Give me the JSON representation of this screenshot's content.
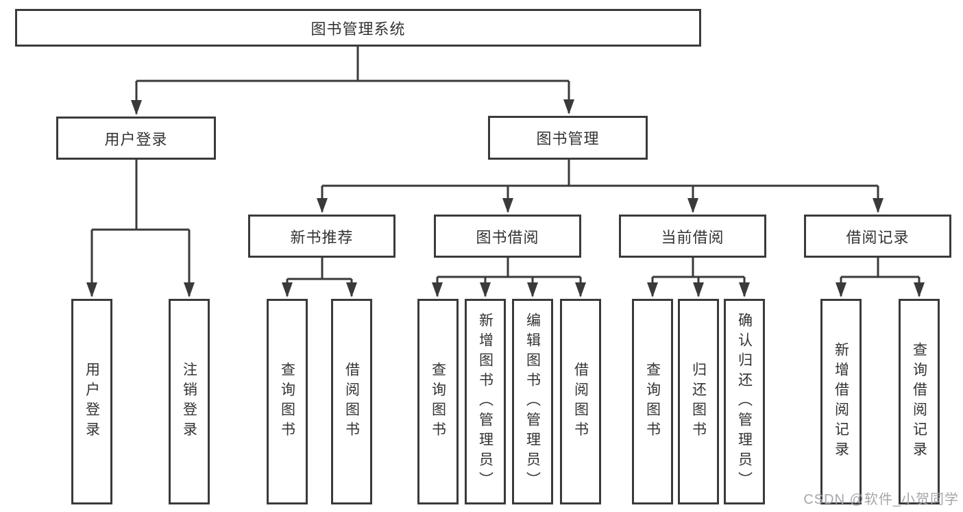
{
  "diagram": {
    "title": "图书管理系统",
    "root": {
      "label": "图书管理系统"
    },
    "level2": [
      {
        "id": "user-login",
        "label": "用户登录"
      },
      {
        "id": "book-management",
        "label": "图书管理"
      }
    ],
    "level3": [
      {
        "id": "new-book-recommend",
        "label": "新书推荐"
      },
      {
        "id": "book-borrowing",
        "label": "图书借阅"
      },
      {
        "id": "current-borrowing",
        "label": "当前借阅"
      },
      {
        "id": "borrow-records",
        "label": "借阅记录"
      }
    ],
    "leaves": {
      "user_login": [
        "用户登录",
        "注销登录"
      ],
      "new_books": [
        "查询图书",
        "借阅图书"
      ],
      "borrowing": [
        "查询图书",
        "新增图书（管理员）",
        "编辑图书（管理员）",
        "借阅图书"
      ],
      "current": [
        "查询图书",
        "归还图书",
        "确认归还（管理员）"
      ],
      "records": [
        "新增借阅记录",
        "查询借阅记录"
      ]
    },
    "colors": {
      "line": "#3a3a3a",
      "box_border": "#3a3a3a",
      "text": "#333333",
      "background": "#ffffff",
      "watermark": "#a6a6ab"
    }
  },
  "watermark": {
    "text": "CSDN @软件_小贺同学"
  }
}
